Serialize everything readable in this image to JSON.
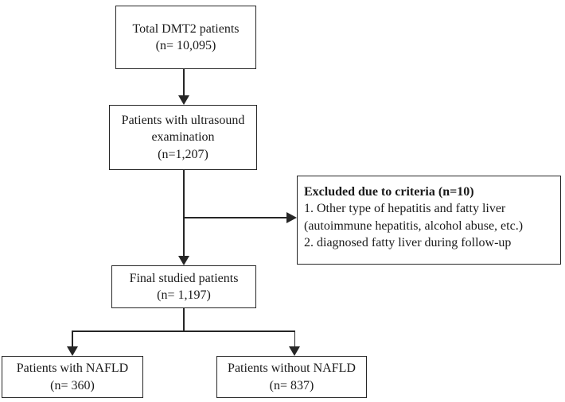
{
  "nodes": {
    "total": {
      "text": "Total DMT2 patients\n(n= 10,095)"
    },
    "ultrasound": {
      "text": "Patients with ultrasound\nexamination\n(n=1,207)"
    },
    "excluded": {
      "title": "Excluded due to criteria (n=10)",
      "items": [
        "1. Other type of hepatitis and fatty liver",
        "(autoimmune hepatitis, alcohol abuse, etc.)",
        "2. diagnosed fatty liver during follow-up"
      ]
    },
    "final": {
      "text": "Final studied patients\n(n= 1,197)"
    },
    "nafld": {
      "text": "Patients with NAFLD\n(n= 360)"
    },
    "no_nafld": {
      "text": "Patients without NAFLD\n(n= 837)"
    }
  },
  "colors": {
    "line": "#262626",
    "text": "#1a1a1a",
    "background": "#ffffff"
  }
}
